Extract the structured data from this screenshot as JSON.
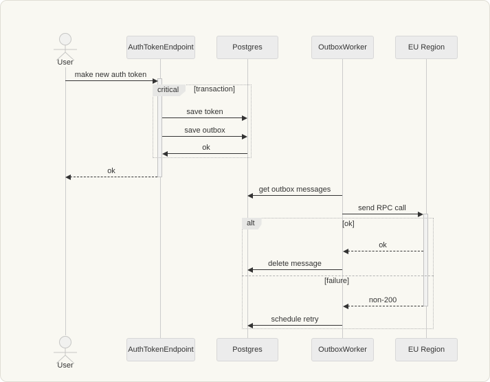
{
  "diagram_type": "sequence-diagram",
  "colors": {
    "background": "#f9f8f2",
    "participant_fill": "#ececec",
    "participant_border": "#d7d7d7",
    "lifeline": "#cccccc",
    "arrow": "#333333",
    "block_border": "#b3b3b3",
    "block_label_fill": "#e7e7e5",
    "text": "#333333"
  },
  "actor": {
    "name": "User"
  },
  "participants": {
    "auth": "AuthTokenEndpoint",
    "postgres": "Postgres",
    "outbox": "OutboxWorker",
    "eu": "EU Region"
  },
  "blocks": {
    "critical": {
      "label": "critical",
      "condition": "[transaction]"
    },
    "alt": {
      "label": "alt",
      "ok_condition": "[ok]",
      "failure_condition": "[failure]"
    }
  },
  "messages": {
    "make_token": "make new auth token",
    "save_token": "save token",
    "save_outbox": "save outbox",
    "ok_db": "ok",
    "ok_user": "ok",
    "get_outbox": "get outbox messages",
    "send_rpc": "send RPC call",
    "ok_rpc": "ok",
    "delete_message": "delete message",
    "non_200": "non-200",
    "schedule_retry": "schedule retry"
  }
}
